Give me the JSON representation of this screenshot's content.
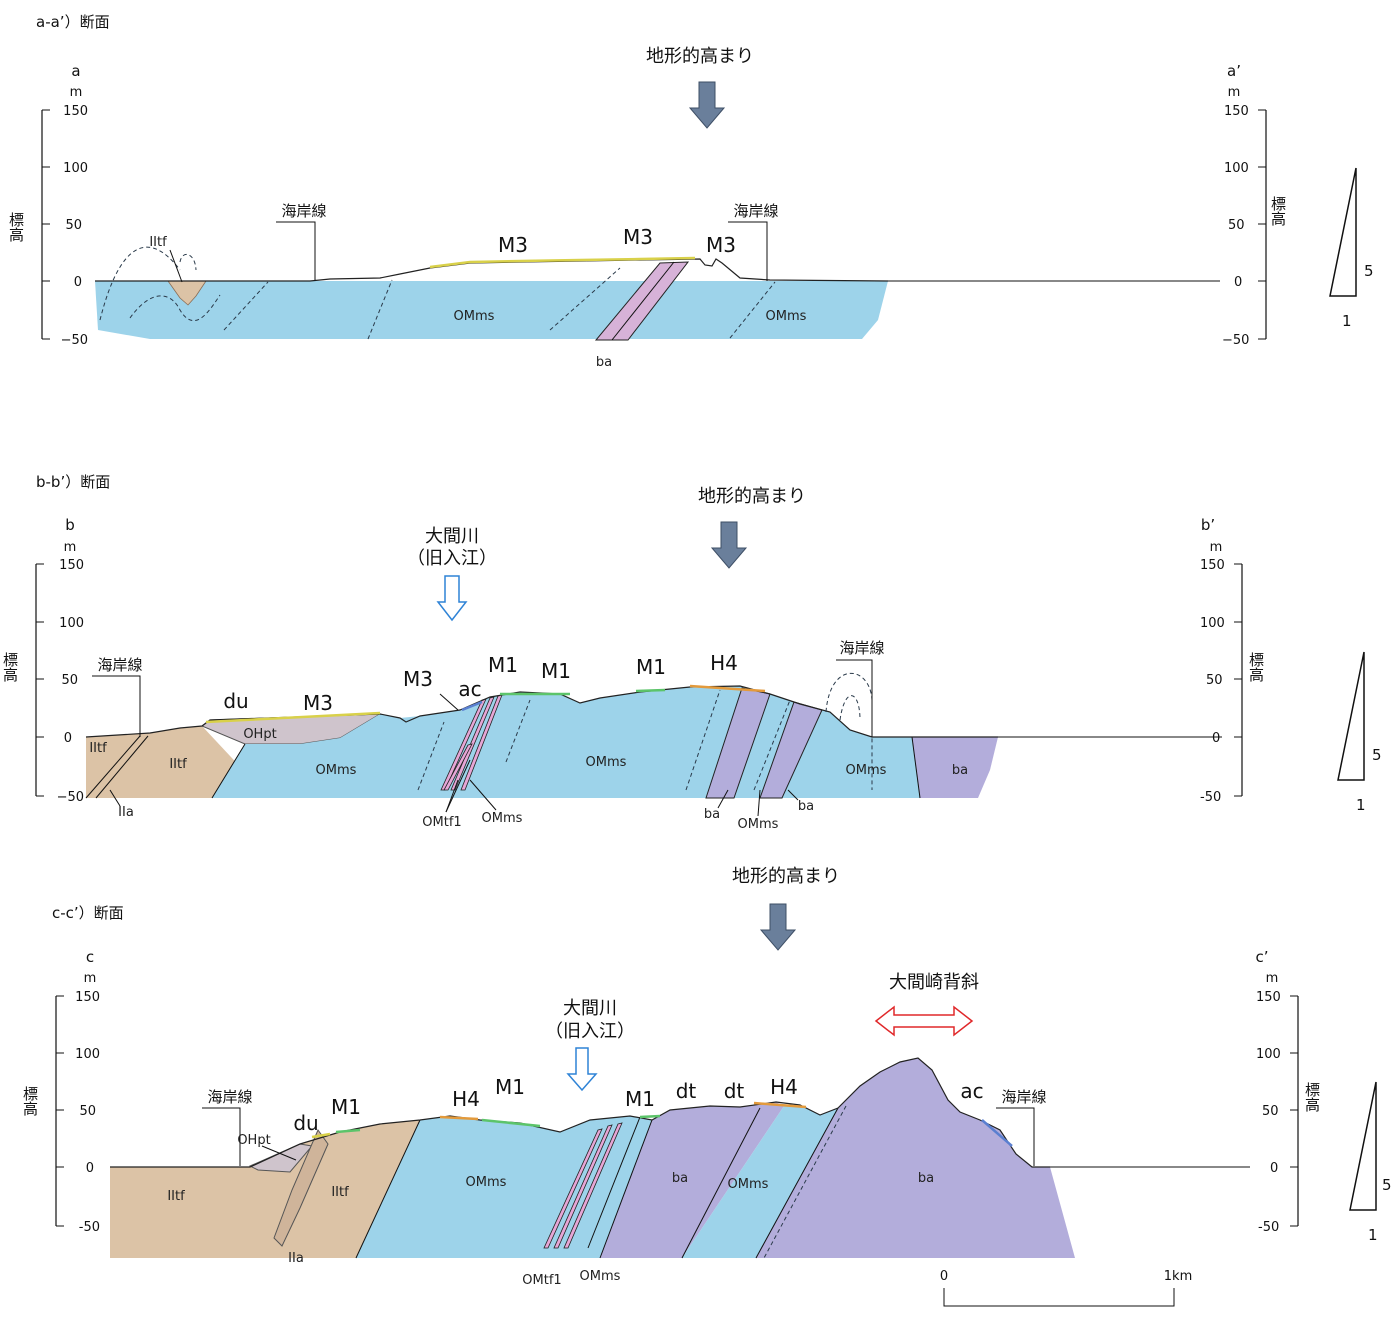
{
  "sections": [
    {
      "title": "a-a’）断面",
      "left_end": "a",
      "right_end": "a’",
      "unit": "m",
      "ticks": [
        "150",
        "100",
        "50",
        "0",
        "−50"
      ],
      "ylabel": "標高",
      "high_label": "地形的高まり",
      "coast_left": "海岸線",
      "coast_right": "海岸線",
      "surfaces": [
        "M3",
        "M3",
        "M3"
      ],
      "units": [
        "IItf",
        "OMms",
        "OMms",
        "ba"
      ],
      "ve": "5",
      "he": "1"
    },
    {
      "title": "b-b’）断面",
      "left_end": "b",
      "right_end": "b’",
      "unit": "m",
      "ticks_left": [
        "150",
        "100",
        "50",
        "0",
        "−50"
      ],
      "ticks_right": [
        "150",
        "100",
        "50",
        "0",
        "-50"
      ],
      "ylabel": "標高",
      "high_label": "地形的高まり",
      "river_line1": "大間川",
      "river_line2": "（旧入江）",
      "coast_left": "海岸線",
      "coast_right": "海岸線",
      "surfaces": [
        "du",
        "M3",
        "M3",
        "ac",
        "M1",
        "M1",
        "M1",
        "H4"
      ],
      "units": [
        "IItf",
        "IItf",
        "IIa",
        "OHpt",
        "OMms",
        "OMms",
        "OMms",
        "OMtf1",
        "OMms",
        "ba",
        "OMms",
        "ba",
        "OMms",
        "ba"
      ],
      "ve": "5",
      "he": "1"
    },
    {
      "title": "c-c’）断面",
      "left_end": "c",
      "right_end": "c’",
      "unit": "m",
      "ticks_left": [
        "150",
        "100",
        "50",
        "0",
        "-50"
      ],
      "ticks_right": [
        "150",
        "100",
        "50",
        "0",
        "-50"
      ],
      "ylabel": "標高",
      "high_label": "地形的高まり",
      "river_line1": "大間川",
      "river_line2": "（旧入江）",
      "anticline": "大間崎背斜",
      "coast_left": "海岸線",
      "coast_right": "海岸線",
      "surfaces": [
        "du",
        "M1",
        "H4",
        "M1",
        "M1",
        "dt",
        "dt",
        "H4",
        "ac"
      ],
      "units": [
        "OHpt",
        "IItf",
        "IItf",
        "IIa",
        "OMms",
        "OMtf1",
        "OMms",
        "ba",
        "OMms",
        "ba"
      ],
      "ve": "5",
      "he": "1"
    }
  ],
  "scale_bar": {
    "start": "0",
    "end": "1km"
  },
  "colors": {
    "OMms": "#9dd3ea",
    "IItf": "#dcc3a6",
    "ba": "#b3addb",
    "OHpt": "#cfc4cc",
    "dike": "#d7b2d8",
    "arrow": "#6a7f9b",
    "river_arrow": "#2f83d6",
    "anticline_arrow": "#e0282a",
    "terrace_yellow": "#d9d14a",
    "terrace_green": "#5cc46a",
    "terrace_orange": "#e39a3c"
  }
}
